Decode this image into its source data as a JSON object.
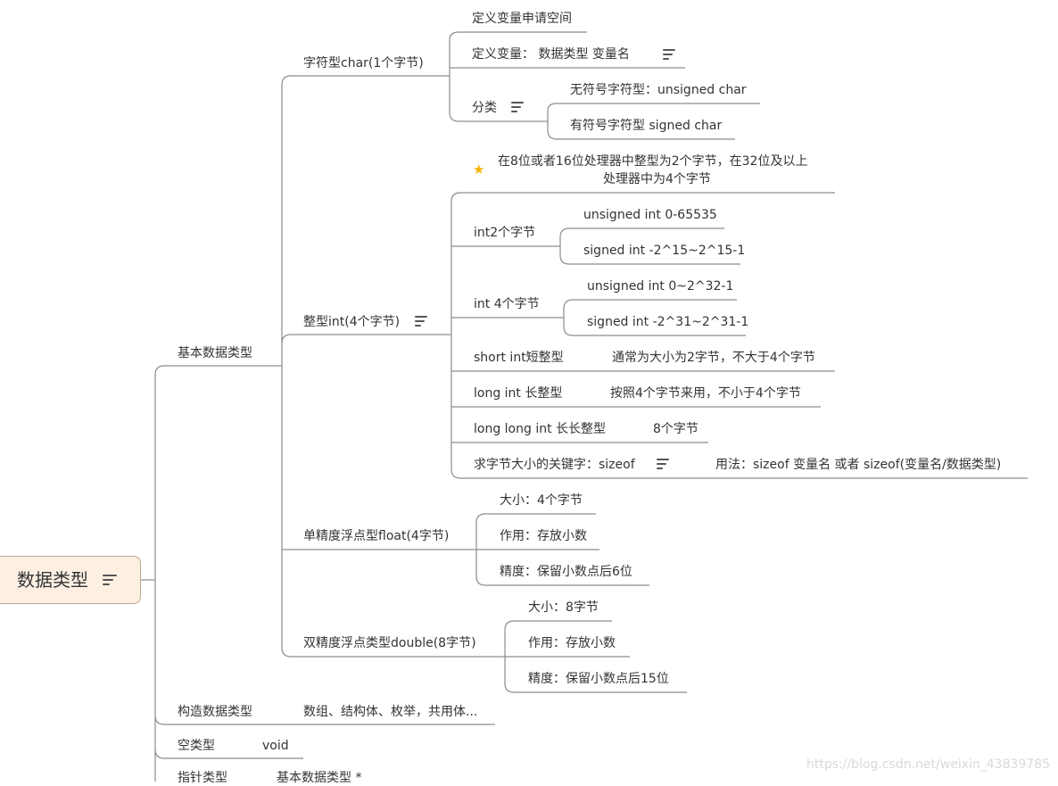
{
  "root": {
    "label": "数据类型",
    "icon": "note-icon"
  },
  "basic": {
    "label": "基本数据类型",
    "char": {
      "label": "字符型char(1个字节)",
      "define_space": "定义变量申请空间",
      "define_var": "定义变量：  数据类型    变量名",
      "classify": "分类",
      "unsigned": "无符号字符型：unsigned char",
      "signed": "有符号字符型  signed char"
    },
    "int": {
      "label": "整型int(4个字节)",
      "note_line1": "在8位或者16位处理器中整型为2个字节，在32位及以上",
      "note_line2": "处理器中为4个字节",
      "int2": "int2个字节",
      "int2_unsigned": "unsigned int  0-65535",
      "int2_signed": "signed int -2^15~2^15-1",
      "int4": "int 4个字节",
      "int4_unsigned": "unsigned int  0~2^32-1",
      "int4_signed": "signed int  -2^31~2^31-1",
      "short": "short int短整型",
      "short_desc": "通常为大小为2字节，不大于4个字节",
      "long": "long int 长整型",
      "long_desc": "按照4个字节来用，不小于4个字节",
      "longlong": "long long int 长长整型",
      "longlong_desc": "8个字节",
      "sizeof": "求字节大小的关键字：sizeof",
      "sizeof_desc": "用法：sizeof  变量名  或者 sizeof(变量名/数据类型)"
    },
    "float": {
      "label": "单精度浮点型float(4字节)",
      "size": "大小：4个字节",
      "use": "作用：存放小数",
      "precision": "精度：保留小数点后6位"
    },
    "double": {
      "label": "双精度浮点类型double(8字节)",
      "size": "大小：8字节",
      "use": "作用：存放小数",
      "precision": "精度：保留小数点后15位"
    }
  },
  "constructed": {
    "label": "构造数据类型",
    "desc": "数组、结构体、枚举，共用体..."
  },
  "void_type": {
    "label": "空类型",
    "desc": "void"
  },
  "pointer": {
    "label": "指针类型",
    "desc": "基本数据类型 *"
  },
  "watermark": "https://blog.csdn.net/weixin_43839785",
  "colors": {
    "root_fill": "#fdf0e3",
    "root_border": "#b9a793",
    "line": "#8c8c8c",
    "star": "#f4b400"
  }
}
